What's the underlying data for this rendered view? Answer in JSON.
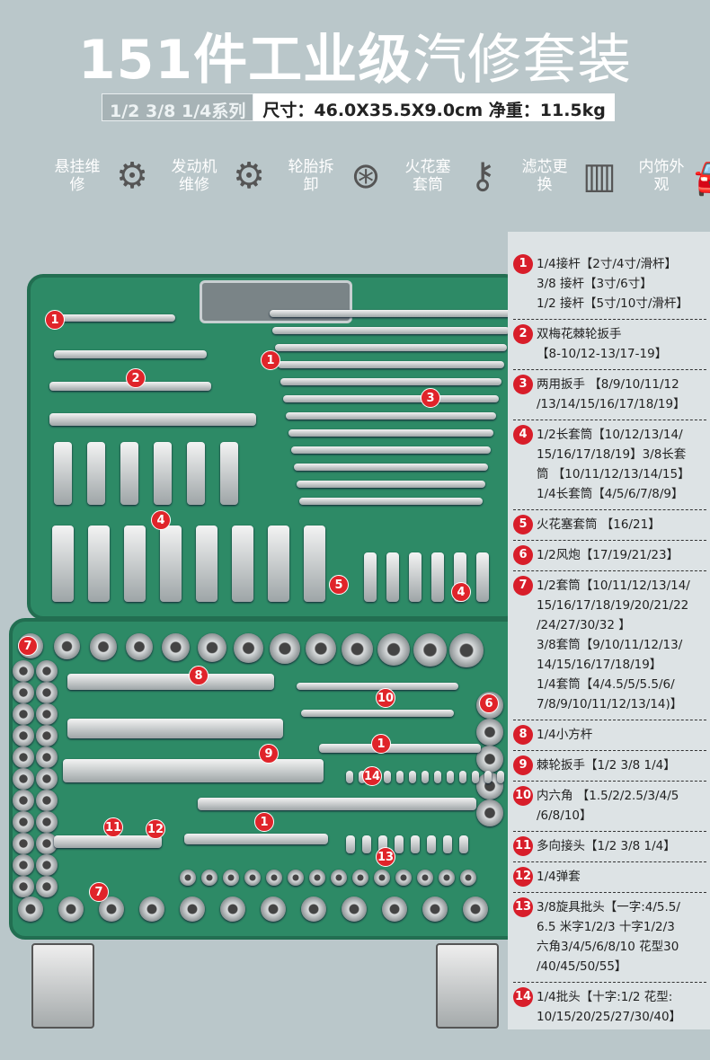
{
  "title": {
    "bold": "151件工业级",
    "light": "汽修套装"
  },
  "spec": {
    "series": "1/2 3/8 1/4系列",
    "size": "尺寸：46.0X35.5X9.0cm 净重：11.5kg"
  },
  "features": [
    {
      "label": "悬挂维修",
      "icon": "jack-icon"
    },
    {
      "label": "发动机维修",
      "icon": "engine-icon"
    },
    {
      "label": "轮胎拆卸",
      "icon": "tire-icon"
    },
    {
      "label": "火花塞套筒",
      "icon": "spark-plug-icon"
    },
    {
      "label": "滤芯更换",
      "icon": "filter-icon"
    },
    {
      "label": "内饰外观",
      "icon": "car-icon"
    }
  ],
  "markers": [
    "1",
    "1",
    "2",
    "3",
    "4",
    "4",
    "5",
    "7",
    "8",
    "10",
    "6",
    "1",
    "9",
    "14",
    "11",
    "12",
    "1",
    "13",
    "7"
  ],
  "legend": [
    {
      "n": "1",
      "lines": [
        "1/4接杆【2寸/4寸/滑杆】",
        "3/8 接杆【3寸/6寸】",
        "1/2 接杆【5寸/10寸/滑杆】"
      ]
    },
    {
      "n": "2",
      "lines": [
        "双梅花棘轮扳手",
        "【8-10/12-13/17-19】"
      ]
    },
    {
      "n": "3",
      "lines": [
        "两用扳手 【8/9/10/11/12",
        "/13/14/15/16/17/18/19】"
      ]
    },
    {
      "n": "4",
      "lines": [
        "1/2长套筒【10/12/13/14/",
        "15/16/17/18/19】3/8长套",
        "筒 【10/11/12/13/14/15】",
        "1/4长套筒【4/5/6/7/8/9】"
      ]
    },
    {
      "n": "5",
      "lines": [
        "火花塞套筒 【16/21】"
      ]
    },
    {
      "n": "6",
      "lines": [
        "1/2风炮【17/19/21/23】"
      ]
    },
    {
      "n": "7",
      "lines": [
        "1/2套筒【10/11/12/13/14/",
        "15/16/17/18/19/20/21/22",
        "/24/27/30/32 】",
        "3/8套筒【9/10/11/12/13/",
        "14/15/16/17/18/19】",
        "1/4套筒【4/4.5/5/5.5/6/",
        "7/8/9/10/11/12/13/14)】"
      ]
    },
    {
      "n": "8",
      "lines": [
        "1/4小方杆"
      ]
    },
    {
      "n": "9",
      "lines": [
        "棘轮扳手【1/2 3/8 1/4】"
      ]
    },
    {
      "n": "10",
      "lines": [
        "内六角 【1.5/2/2.5/3/4/5",
        "/6/8/10】"
      ]
    },
    {
      "n": "11",
      "lines": [
        "多向接头【1/2 3/8 1/4】"
      ]
    },
    {
      "n": "12",
      "lines": [
        "1/4弹套"
      ]
    },
    {
      "n": "13",
      "lines": [
        "3/8旋具批头【一字:4/5.5/",
        "6.5 米字1/2/3 十字1/2/3",
        "六角3/4/5/6/8/10 花型30",
        "/40/45/50/55】"
      ]
    },
    {
      "n": "14",
      "lines": [
        "1/4批头【十字:1/2 花型:",
        "10/15/20/25/27/30/40】"
      ]
    }
  ]
}
